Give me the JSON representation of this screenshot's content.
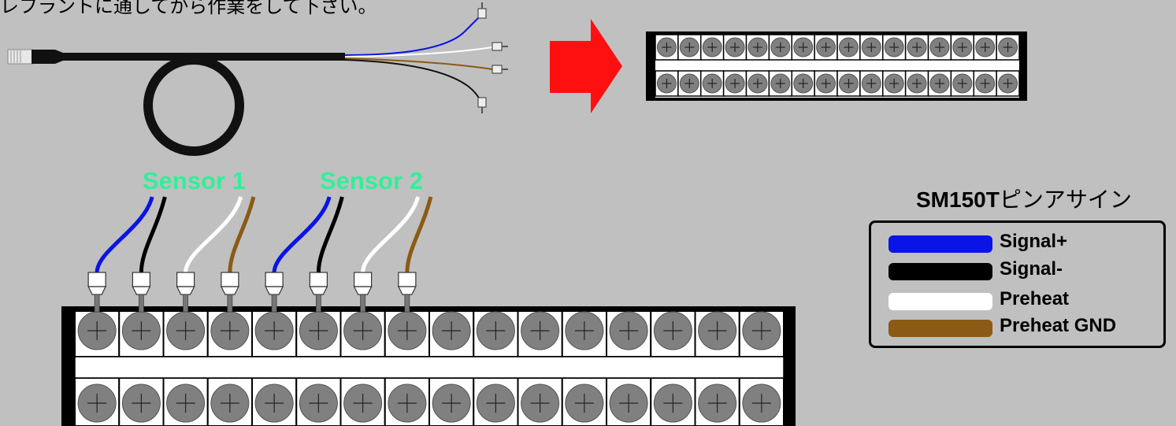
{
  "caption": "レフラントに通してから作業をして下さい。",
  "sensor_labels": [
    "Sensor 1",
    "Sensor 2"
  ],
  "legend": {
    "title_bold": "SM150T",
    "title_rest": "ピンアサイン",
    "items": [
      {
        "label": "Signal+",
        "color": "#0a14e6"
      },
      {
        "label": "Signal-",
        "color": "#000000"
      },
      {
        "label": "Preheat",
        "color": "#ffffff"
      },
      {
        "label": "Preheat GND",
        "color": "#8b5a14"
      }
    ]
  },
  "colors": {
    "background": "#c0c0c0",
    "arrow": "#ff0000",
    "terminal": "#808080",
    "label_green": "#33ee99",
    "wire_blue": "#0a14e6",
    "wire_black": "#000000",
    "wire_white": "#ffffff",
    "wire_brown": "#8b5a14"
  },
  "terminal_block": {
    "columns": 16,
    "rows": 2,
    "wired_terminals": 8
  },
  "icons": [
    "sensor-cable-icon",
    "right-arrow-icon",
    "terminal-block-icon",
    "ferrule-icon",
    "screw-terminal-icon"
  ]
}
